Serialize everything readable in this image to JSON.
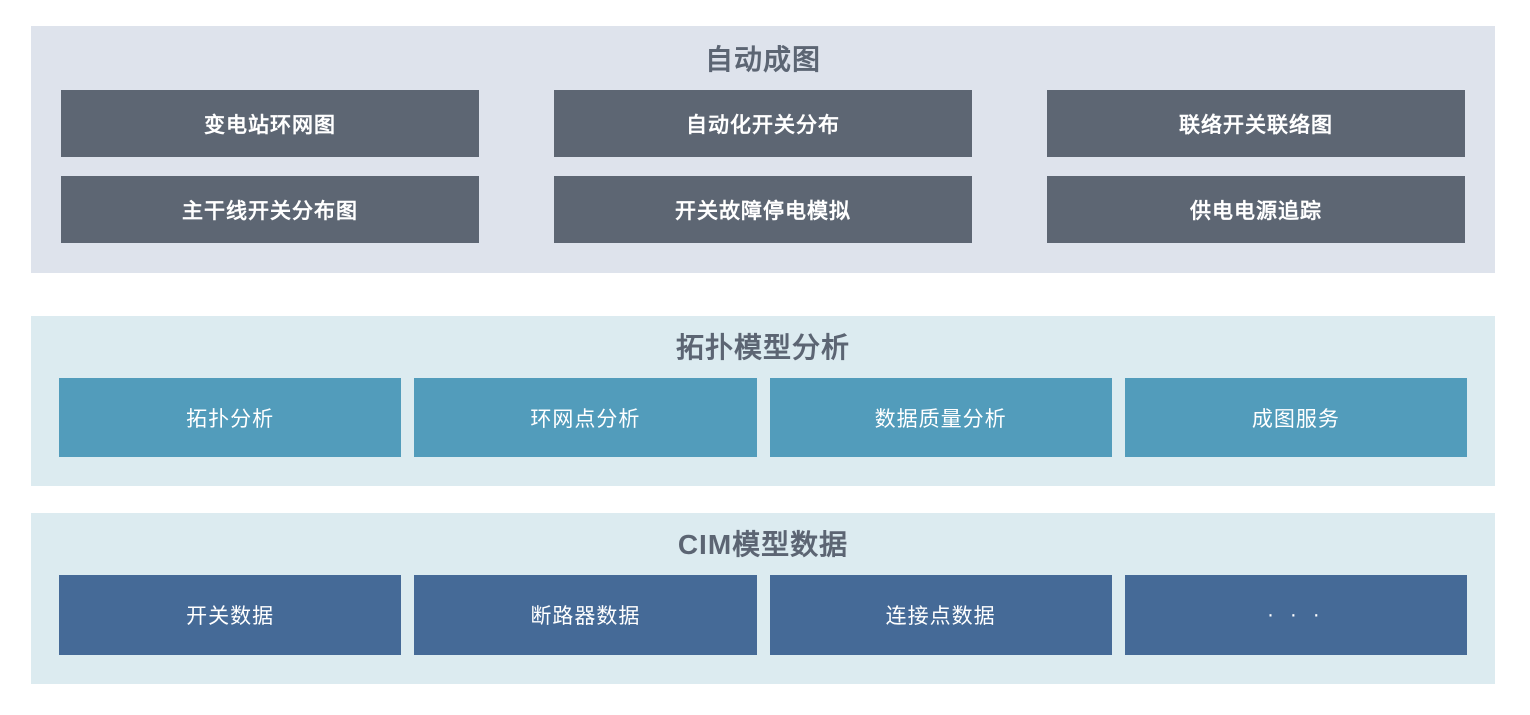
{
  "sections": [
    {
      "id": "automap",
      "title": "自动成图",
      "bg_color": "#dee3ec",
      "button_color": "#5d6673",
      "rows": [
        [
          {
            "label": "变电站环网图"
          },
          {
            "label": "自动化开关分布"
          },
          {
            "label": "联络开关联络图"
          }
        ],
        [
          {
            "label": "主干线开关分布图"
          },
          {
            "label": "开关故障停电模拟"
          },
          {
            "label": "供电电源追踪"
          }
        ]
      ]
    },
    {
      "id": "topology",
      "title": "拓扑模型分析",
      "bg_color": "#dcebf0",
      "button_color": "#529cbb",
      "rows": [
        [
          {
            "label": "拓扑分析"
          },
          {
            "label": "环网点分析"
          },
          {
            "label": "数据质量分析"
          },
          {
            "label": "成图服务"
          }
        ]
      ]
    },
    {
      "id": "cim",
      "title": "CIM模型数据",
      "bg_color": "#dcebf0",
      "button_color": "#456a97",
      "rows": [
        [
          {
            "label": "开关数据"
          },
          {
            "label": "断路器数据"
          },
          {
            "label": "连接点数据"
          },
          {
            "label": "· · ·"
          }
        ]
      ]
    }
  ],
  "title_color": "#5c6573"
}
